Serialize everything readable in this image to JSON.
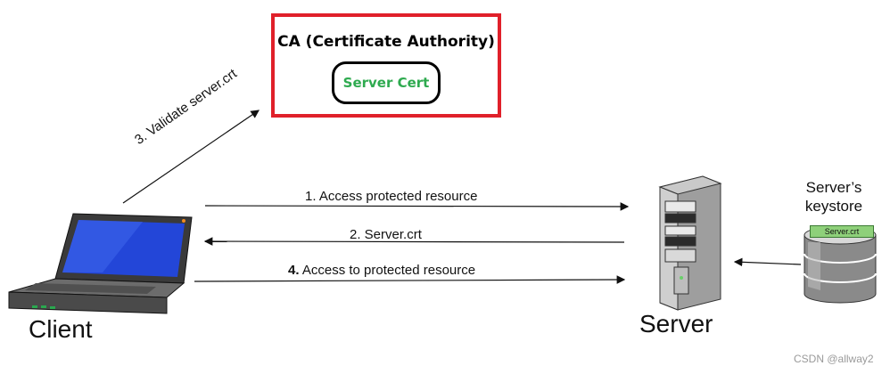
{
  "ca": {
    "title": "CA (Certificate Authority)",
    "cert_label": "Server Cert",
    "border_color": "#e0202a",
    "cert_text_color": "#2eaa4f"
  },
  "arrows": {
    "validate": "3. Validate server.crt",
    "access_protected": "1.  Access protected resource",
    "server_crt": "2. Server.crt",
    "access_step_number": "4.",
    "access_to_protected": " Access to protected resource"
  },
  "nodes": {
    "client": "Client",
    "server": "Server",
    "keystore_title": "Server’s keystore",
    "keystore_item": "Server.crt"
  },
  "icons": [
    "laptop-icon",
    "server-tower-icon",
    "database-icon"
  ],
  "watermark": "CSDN @allway2"
}
